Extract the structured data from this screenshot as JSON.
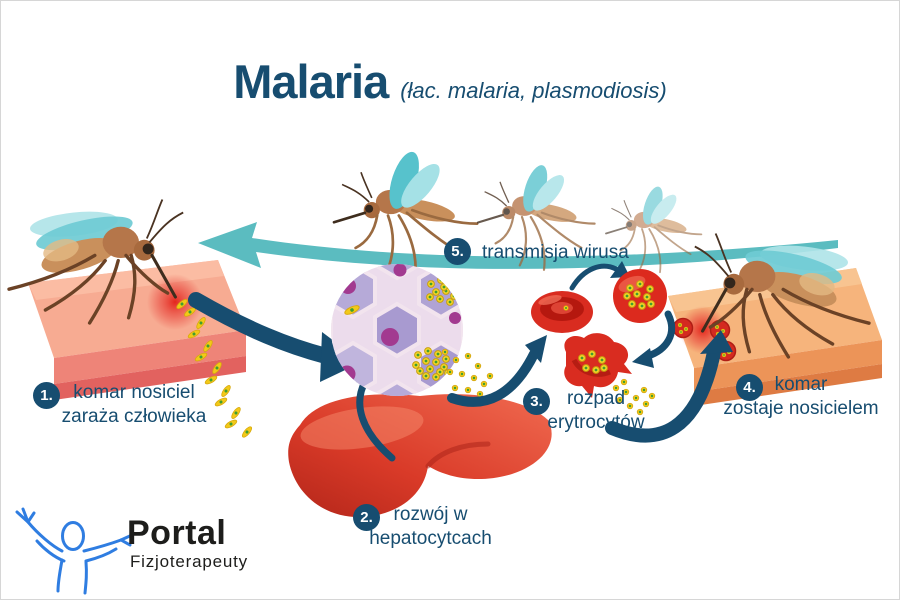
{
  "title": {
    "main": "Malaria",
    "subtitle": "(łac. malaria, plasmodiosis)"
  },
  "steps": [
    {
      "num": "1.",
      "line1": "komar nosiciel",
      "line2": "zaraża człowieka"
    },
    {
      "num": "2.",
      "line1": "rozwój w",
      "line2": "hepatocytcach"
    },
    {
      "num": "3.",
      "line1": "rozpad",
      "line2": "erytrocytów"
    },
    {
      "num": "4.",
      "line1": "komar",
      "line2": "zostaje nosicielem"
    },
    {
      "num": "5.",
      "line1": "transmisja wirusa"
    }
  ],
  "logo": {
    "name": "Portal",
    "tagline": "Fizjoterapeuty"
  },
  "colors": {
    "navy": "#174d70",
    "teal": "#5bbcc0",
    "liver_red": "#d63324",
    "rbc_red": "#d92c20",
    "skin_pink": "#f7ab92",
    "skin_orange": "#f6b47c",
    "cell_purple": "#b3a6d6",
    "parasite_yellow": "#f2c918",
    "parasite_green": "#3f9e2f",
    "logo_blue": "#2f7de1"
  },
  "scene": {
    "illustrations": [
      "mosquito-biting-human-skin",
      "sporozoite-stream",
      "liver",
      "hepatocyte-cells-microscopy",
      "red-blood-cells-cycle",
      "infected-mosquito-on-skin",
      "flying-mosquitoes",
      "transmission-arrow"
    ]
  }
}
